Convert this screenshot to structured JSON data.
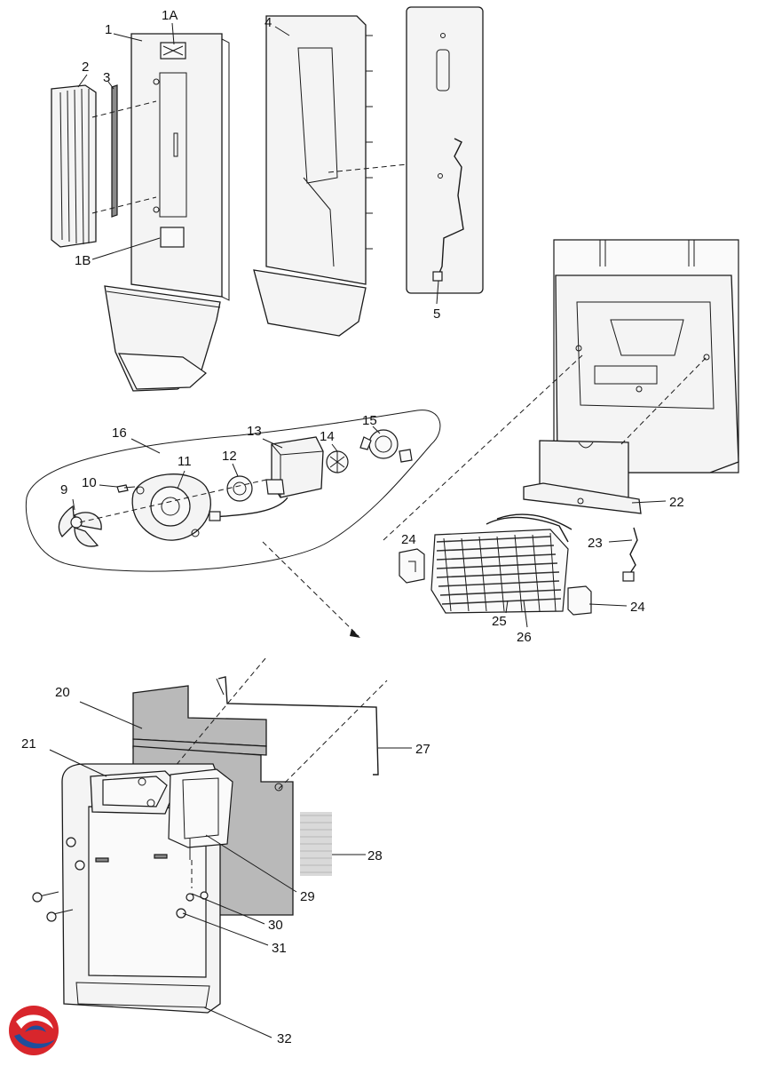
{
  "callouts": {
    "c1": "1",
    "c1A": "1A",
    "c1B": "1B",
    "c2": "2",
    "c3": "3",
    "c4": "4",
    "c5": "5",
    "c9": "9",
    "c10": "10",
    "c11": "11",
    "c12": "12",
    "c13": "13",
    "c14": "14",
    "c15": "15",
    "c16": "16",
    "c20": "20",
    "c21": "21",
    "c22": "22",
    "c23": "23",
    "c24a": "24",
    "c24b": "24",
    "c25": "25",
    "c26": "26",
    "c27": "27",
    "c28": "28",
    "c29": "29",
    "c30": "30",
    "c31": "31",
    "c32": "32"
  },
  "colors": {
    "logo_red": "#d8262c",
    "logo_blue": "#1f4e9c",
    "panel_grey": "#b9b9b9"
  },
  "icons": {
    "brand_logo": "swirl-logo-icon"
  }
}
